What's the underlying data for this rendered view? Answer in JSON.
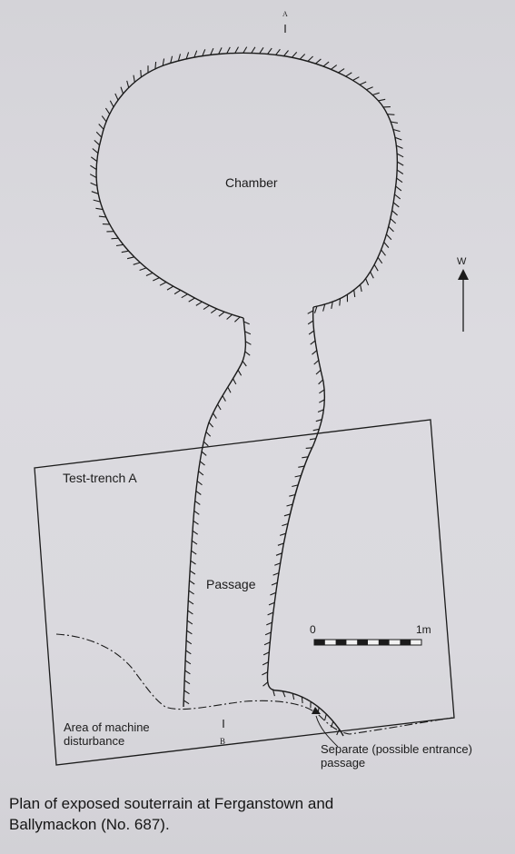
{
  "labels": {
    "section_top": "A",
    "section_bottom": "B",
    "chamber": "Chamber",
    "passage": "Passage",
    "test_trench": "Test-trench A",
    "machine_line1": "Area of machine",
    "machine_line2": "disturbance",
    "entrance_line1": "Separate (possible entrance)",
    "entrance_line2": "passage",
    "north": "W"
  },
  "scale": {
    "start_label": "0",
    "end_label": "1m"
  },
  "caption": {
    "line1": "Plan of exposed souterrain at Ferganstown and",
    "line2": "Ballymackon (No. 687)."
  }
}
